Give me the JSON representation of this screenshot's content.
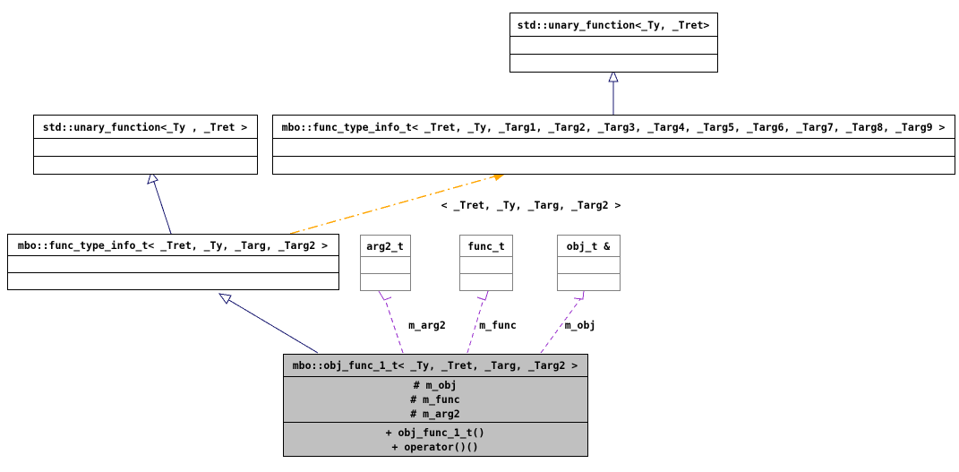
{
  "diagram": {
    "type": "uml-class-inheritance-diagram",
    "colors": {
      "background": "#ffffff",
      "box_fill": "#ffffff",
      "highlight_fill": "#c0c0c0",
      "box_border": "#000000",
      "light_border": "#808080",
      "inheritance_edge": "#191970",
      "usage_edge": "#9a32cd",
      "instantiation_edge": "#ffa500"
    },
    "classes": [
      {
        "id": "std-unary-function-top",
        "title": "std::unary_function<_Ty, _Tret>",
        "attributes": [],
        "operations": [],
        "filled": false
      },
      {
        "id": "std-unary-function-left",
        "title": "std::unary_function<_Ty , _Tret >",
        "attributes": [],
        "operations": [],
        "filled": false
      },
      {
        "id": "func-type-info-t-full",
        "title": "mbo::func_type_info_t< _Tret, _Ty, _Targ1, _Targ2, _Targ3, _Targ4, _Targ5, _Targ6, _Targ7, _Targ8, _Targ9 >",
        "attributes": [],
        "operations": [],
        "filled": false
      },
      {
        "id": "func-type-info-t-partial",
        "title": "mbo::func_type_info_t< _Tret, _Ty, _Targ, _Targ2 >",
        "attributes": [],
        "operations": [],
        "filled": false
      },
      {
        "id": "arg2-t",
        "title": "arg2_t",
        "attributes": [],
        "operations": [],
        "filled": false
      },
      {
        "id": "func-t",
        "title": "func_t",
        "attributes": [],
        "operations": [],
        "filled": false
      },
      {
        "id": "obj-t-ref",
        "title": "obj_t &",
        "attributes": [],
        "operations": [],
        "filled": false
      },
      {
        "id": "obj-func-1-t",
        "title": "mbo::obj_func_1_t< _Ty, _Tret, _Targ, _Targ2 >",
        "attributes": [
          "# m_obj",
          "# m_func",
          "# m_arg2"
        ],
        "operations": [
          "+ obj_func_1_t()",
          "+ operator()()"
        ],
        "filled": true
      }
    ],
    "edges": [
      {
        "id": "edge-inherit-top",
        "kind": "inheritance",
        "from": "func-type-info-t-full",
        "to": "std-unary-function-top",
        "label": ""
      },
      {
        "id": "edge-inherit-left",
        "kind": "inheritance",
        "from": "func-type-info-t-partial",
        "to": "std-unary-function-left",
        "label": ""
      },
      {
        "id": "edge-inherit-bottom",
        "kind": "inheritance",
        "from": "obj-func-1-t",
        "to": "func-type-info-t-partial",
        "label": ""
      },
      {
        "id": "edge-instantiation",
        "kind": "instantiation",
        "from": "func-type-info-t-partial",
        "to": "func-type-info-t-full",
        "label": "< _Tret, _Ty, _Targ, _Targ2 >"
      },
      {
        "id": "edge-usage-arg2",
        "kind": "usage",
        "from": "obj-func-1-t",
        "to": "arg2-t",
        "label": "m_arg2"
      },
      {
        "id": "edge-usage-func",
        "kind": "usage",
        "from": "obj-func-1-t",
        "to": "func-t",
        "label": "m_func"
      },
      {
        "id": "edge-usage-obj",
        "kind": "usage",
        "from": "obj-func-1-t",
        "to": "obj-t-ref",
        "label": "m_obj"
      }
    ]
  }
}
